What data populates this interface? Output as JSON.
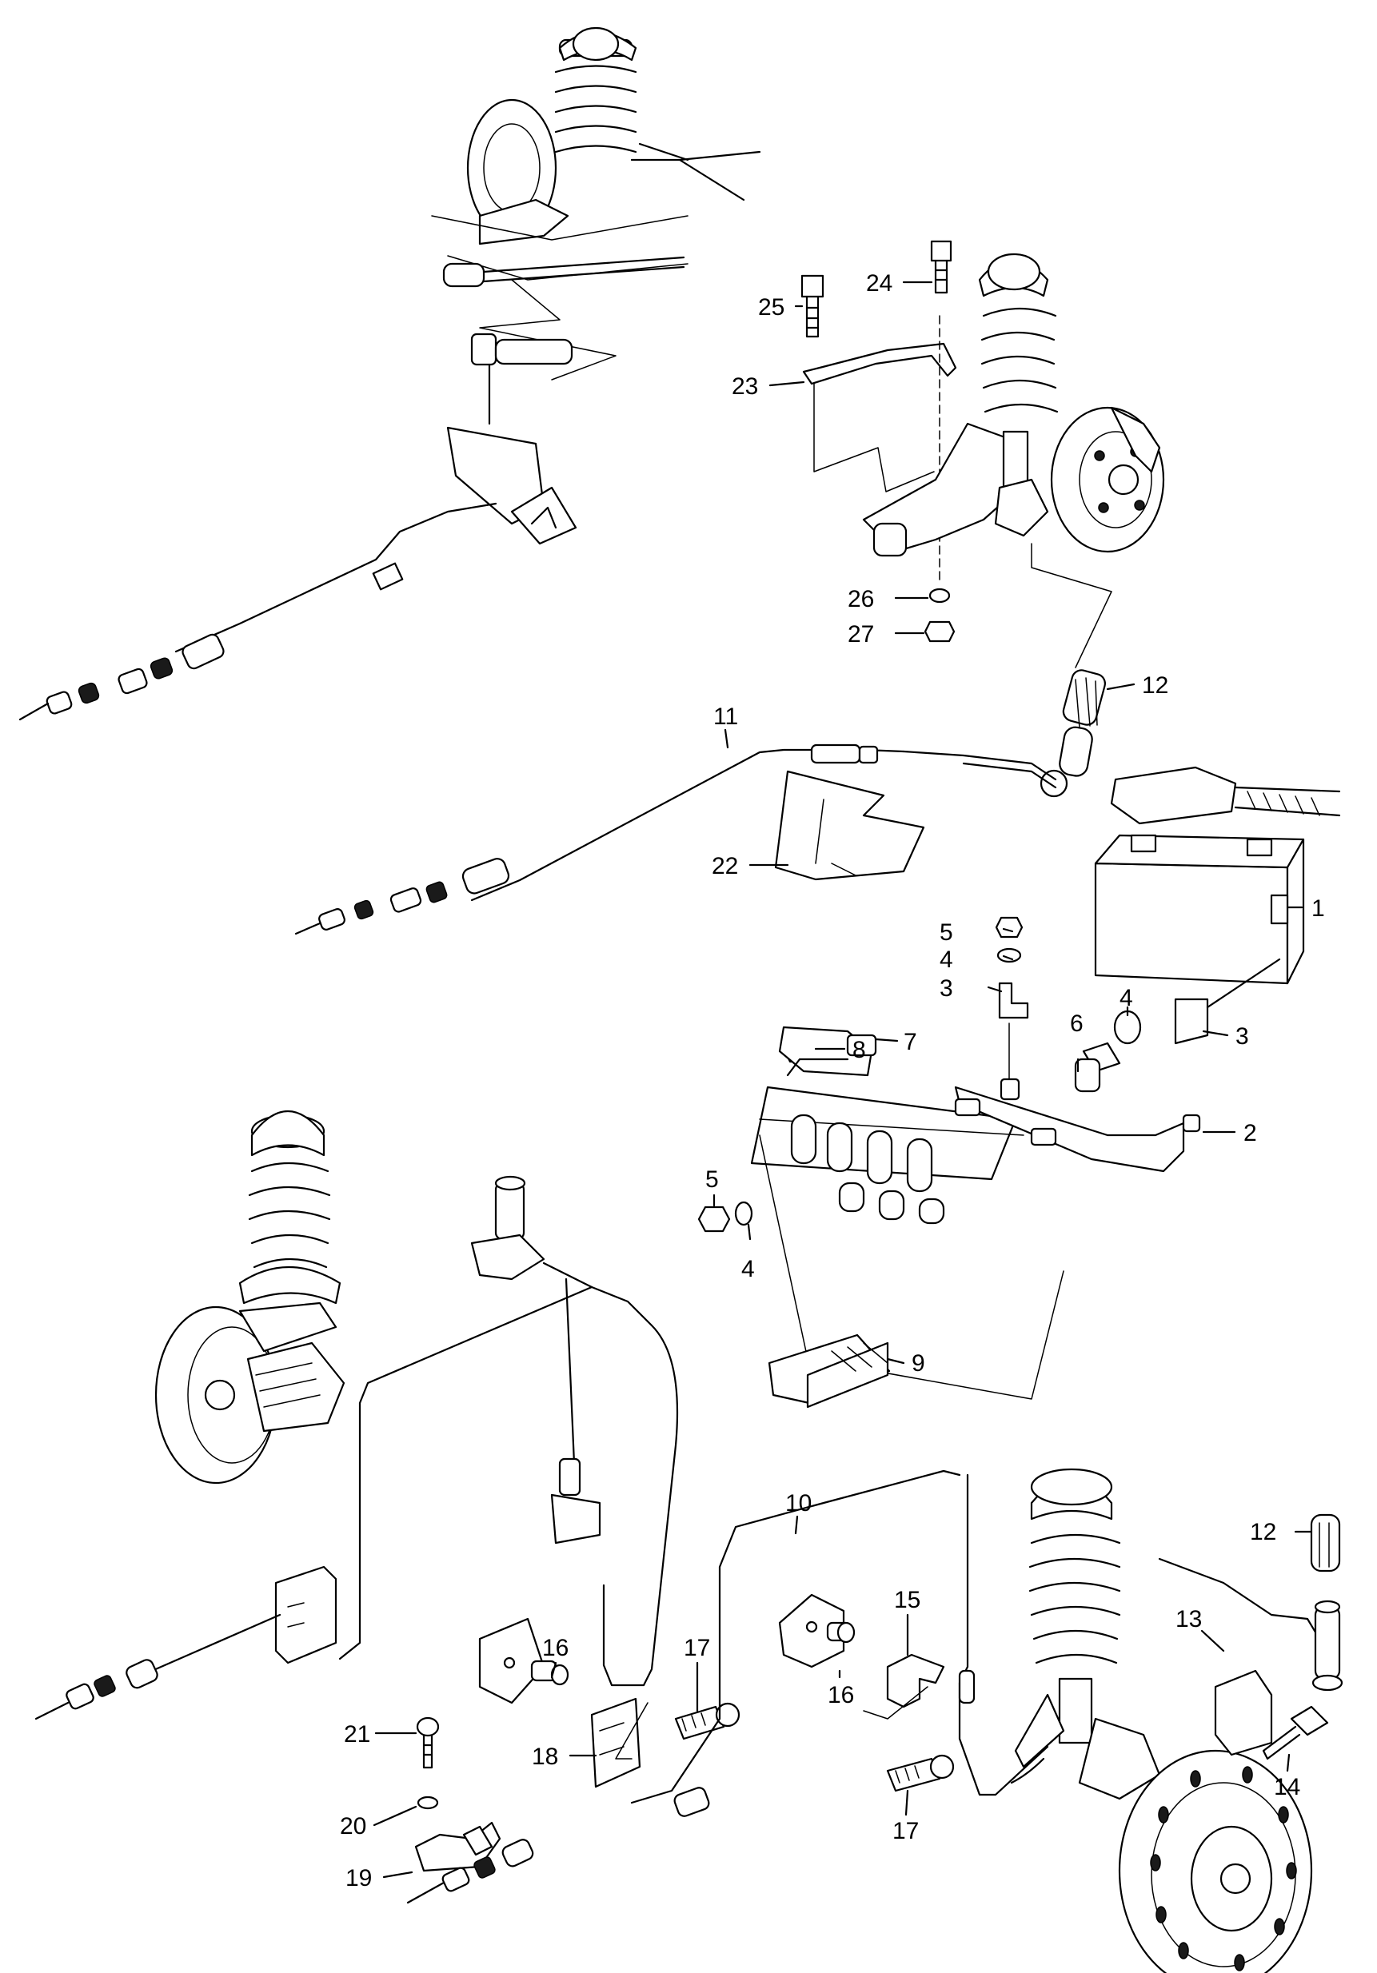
{
  "callouts": [
    {
      "id": "1",
      "text": "1"
    },
    {
      "id": "2",
      "text": "2"
    },
    {
      "id": "3a",
      "text": "3"
    },
    {
      "id": "3b",
      "text": "3"
    },
    {
      "id": "4a",
      "text": "4"
    },
    {
      "id": "4b",
      "text": "4"
    },
    {
      "id": "4c",
      "text": "4"
    },
    {
      "id": "5a",
      "text": "5"
    },
    {
      "id": "5b",
      "text": "5"
    },
    {
      "id": "6",
      "text": "6"
    },
    {
      "id": "7",
      "text": "7"
    },
    {
      "id": "8",
      "text": "8"
    },
    {
      "id": "9",
      "text": "9"
    },
    {
      "id": "10",
      "text": "10"
    },
    {
      "id": "11",
      "text": "11"
    },
    {
      "id": "12a",
      "text": "12"
    },
    {
      "id": "12b",
      "text": "12"
    },
    {
      "id": "13",
      "text": "13"
    },
    {
      "id": "14",
      "text": "14"
    },
    {
      "id": "15",
      "text": "15"
    },
    {
      "id": "16a",
      "text": "16"
    },
    {
      "id": "16b",
      "text": "16"
    },
    {
      "id": "17a",
      "text": "17"
    },
    {
      "id": "17b",
      "text": "17"
    },
    {
      "id": "18",
      "text": "18"
    },
    {
      "id": "19",
      "text": "19"
    },
    {
      "id": "20",
      "text": "20"
    },
    {
      "id": "21",
      "text": "21"
    },
    {
      "id": "22",
      "text": "22"
    },
    {
      "id": "23",
      "text": "23"
    },
    {
      "id": "24",
      "text": "24"
    },
    {
      "id": "25",
      "text": "25"
    },
    {
      "id": "26",
      "text": "26"
    },
    {
      "id": "27",
      "text": "27"
    }
  ]
}
